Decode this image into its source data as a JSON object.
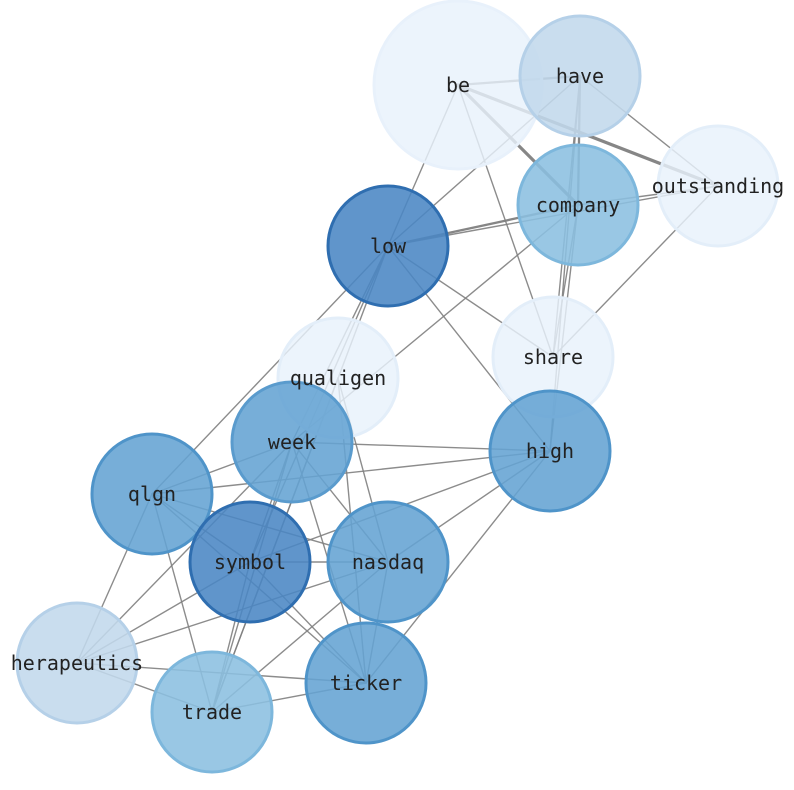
{
  "colors": {
    "edge": "#808080",
    "background": "#ffffff",
    "label": "#222222"
  },
  "nodes": [
    {
      "id": "be",
      "label": "be",
      "fill": "#e8f1fb",
      "stroke": "#e8f1fb"
    },
    {
      "id": "have",
      "label": "have",
      "fill": "#c2d8ec",
      "stroke": "#b5d0e8"
    },
    {
      "id": "outstanding",
      "label": "outstanding",
      "fill": "#e8f1fb",
      "stroke": "#e3eef9"
    },
    {
      "id": "company",
      "label": "company",
      "fill": "#8bbfe0",
      "stroke": "#7db7dc"
    },
    {
      "id": "low",
      "label": "low",
      "fill": "#4a86c4",
      "stroke": "#2f6eb0"
    },
    {
      "id": "share",
      "label": "share",
      "fill": "#e8f1fb",
      "stroke": "#e3eef9"
    },
    {
      "id": "qualigen",
      "label": "qualigen",
      "fill": "#e8f1fb",
      "stroke": "#e3eef9"
    },
    {
      "id": "week",
      "label": "week",
      "fill": "#64a3d3",
      "stroke": "#5a9bcd"
    },
    {
      "id": "high",
      "label": "high",
      "fill": "#64a3d3",
      "stroke": "#4f94c9"
    },
    {
      "id": "qlgn",
      "label": "qlgn",
      "fill": "#64a3d3",
      "stroke": "#4f94c9"
    },
    {
      "id": "symbol",
      "label": "symbol",
      "fill": "#4a86c4",
      "stroke": "#2f6eb0"
    },
    {
      "id": "nasdaq",
      "label": "nasdaq",
      "fill": "#64a3d3",
      "stroke": "#4f94c9"
    },
    {
      "id": "herapeutics",
      "label": "herapeutics",
      "fill": "#c2d8ec",
      "stroke": "#b5d0e8"
    },
    {
      "id": "trade",
      "label": "trade",
      "fill": "#8bbfe0",
      "stroke": "#7db7dc"
    },
    {
      "id": "ticker",
      "label": "ticker",
      "fill": "#64a3d3",
      "stroke": "#4f94c9"
    }
  ],
  "edges": [
    {
      "source": "be",
      "target": "have",
      "weight": 2
    },
    {
      "source": "be",
      "target": "outstanding",
      "weight": 3
    },
    {
      "source": "be",
      "target": "company",
      "weight": 3
    },
    {
      "source": "be",
      "target": "low",
      "weight": 1
    },
    {
      "source": "be",
      "target": "share",
      "weight": 1
    },
    {
      "source": "have",
      "target": "outstanding",
      "weight": 1
    },
    {
      "source": "have",
      "target": "company",
      "weight": 2
    },
    {
      "source": "have",
      "target": "low",
      "weight": 1
    },
    {
      "source": "have",
      "target": "share",
      "weight": 1
    },
    {
      "source": "have",
      "target": "high",
      "weight": 1
    },
    {
      "source": "company",
      "target": "outstanding",
      "weight": 1
    },
    {
      "source": "company",
      "target": "low",
      "weight": 2
    },
    {
      "source": "company",
      "target": "share",
      "weight": 1
    },
    {
      "source": "company",
      "target": "high",
      "weight": 1
    },
    {
      "source": "company",
      "target": "week",
      "weight": 1
    },
    {
      "source": "low",
      "target": "outstanding",
      "weight": 1
    },
    {
      "source": "low",
      "target": "share",
      "weight": 1
    },
    {
      "source": "low",
      "target": "high",
      "weight": 1
    },
    {
      "source": "low",
      "target": "qlgn",
      "weight": 1
    },
    {
      "source": "low",
      "target": "symbol",
      "weight": 1
    },
    {
      "source": "low",
      "target": "week",
      "weight": 1
    },
    {
      "source": "low",
      "target": "trade",
      "weight": 1
    },
    {
      "source": "outstanding",
      "target": "share",
      "weight": 1
    },
    {
      "source": "week",
      "target": "high",
      "weight": 1
    },
    {
      "source": "week",
      "target": "qlgn",
      "weight": 1
    },
    {
      "source": "week",
      "target": "nasdaq",
      "weight": 1
    },
    {
      "source": "week",
      "target": "symbol",
      "weight": 1
    },
    {
      "source": "week",
      "target": "ticker",
      "weight": 1
    },
    {
      "source": "week",
      "target": "trade",
      "weight": 1
    },
    {
      "source": "week",
      "target": "herapeutics",
      "weight": 1
    },
    {
      "source": "qualigen",
      "target": "nasdaq",
      "weight": 1
    },
    {
      "source": "qualigen",
      "target": "ticker",
      "weight": 1
    },
    {
      "source": "qualigen",
      "target": "trade",
      "weight": 1
    },
    {
      "source": "high",
      "target": "qlgn",
      "weight": 1
    },
    {
      "source": "high",
      "target": "symbol",
      "weight": 1
    },
    {
      "source": "high",
      "target": "nasdaq",
      "weight": 1
    },
    {
      "source": "high",
      "target": "ticker",
      "weight": 1
    },
    {
      "source": "qlgn",
      "target": "symbol",
      "weight": 1
    },
    {
      "source": "qlgn",
      "target": "nasdaq",
      "weight": 1
    },
    {
      "source": "qlgn",
      "target": "ticker",
      "weight": 1
    },
    {
      "source": "qlgn",
      "target": "trade",
      "weight": 1
    },
    {
      "source": "qlgn",
      "target": "herapeutics",
      "weight": 1
    },
    {
      "source": "symbol",
      "target": "nasdaq",
      "weight": 1
    },
    {
      "source": "symbol",
      "target": "ticker",
      "weight": 1
    },
    {
      "source": "symbol",
      "target": "trade",
      "weight": 1
    },
    {
      "source": "symbol",
      "target": "herapeutics",
      "weight": 1
    },
    {
      "source": "nasdaq",
      "target": "ticker",
      "weight": 1
    },
    {
      "source": "nasdaq",
      "target": "trade",
      "weight": 1
    },
    {
      "source": "nasdaq",
      "target": "herapeutics",
      "weight": 1
    },
    {
      "source": "herapeutics",
      "target": "trade",
      "weight": 1
    },
    {
      "source": "herapeutics",
      "target": "ticker",
      "weight": 1
    },
    {
      "source": "trade",
      "target": "ticker",
      "weight": 1
    }
  ]
}
